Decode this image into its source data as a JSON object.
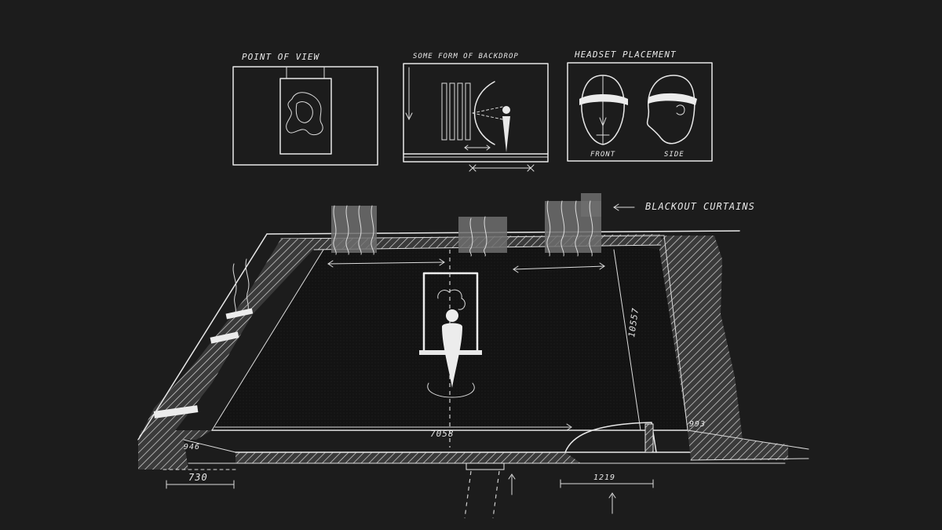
{
  "panels": {
    "point_of_view": {
      "label": "POINT OF VIEW"
    },
    "backdrop": {
      "label": "SOME FORM OF BACKDROP"
    },
    "headset": {
      "label": "HEADSET PLACEMENT",
      "front_label": "FRONT",
      "side_label": "SIDE"
    }
  },
  "plan": {
    "curtains_label": "BLACKOUT CURTAINS",
    "dim_depth": "10557",
    "dim_width": "7058",
    "dim_right": "993",
    "dim_left_upper": "946",
    "dim_left_lower": "730",
    "dim_door": "1219"
  },
  "colors": {
    "background": "#1c1c1c",
    "chalk": "#e8e8e8",
    "wall_fill": "#4a4a4a",
    "floor": "#161616",
    "curtain": "#7a7a7a"
  }
}
